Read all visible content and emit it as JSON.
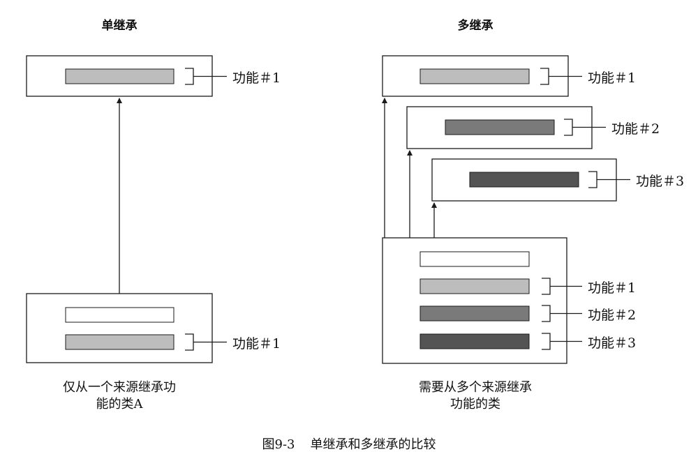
{
  "left": {
    "title": "单继承",
    "caption_line1": "仅从一个来源继承功",
    "caption_line2": "能的类A",
    "parent_label": "功能＃1",
    "child_label": "功能＃1"
  },
  "right": {
    "title": "多继承",
    "parent_labels": [
      "功能＃1",
      "功能＃2",
      "功能＃3"
    ],
    "child_labels": [
      "功能＃1",
      "功能＃2",
      "功能＃3"
    ],
    "caption_line1": "需要从多个来源继承",
    "caption_line2": "功能的类"
  },
  "figure": {
    "number": "图9-3",
    "title": "单继承和多继承的比较"
  },
  "colors": {
    "feature1": "#bdbdbd",
    "feature2": "#7a7a7a",
    "feature3": "#545454",
    "empty": "#ffffff",
    "stroke": "#1a1a1a"
  }
}
